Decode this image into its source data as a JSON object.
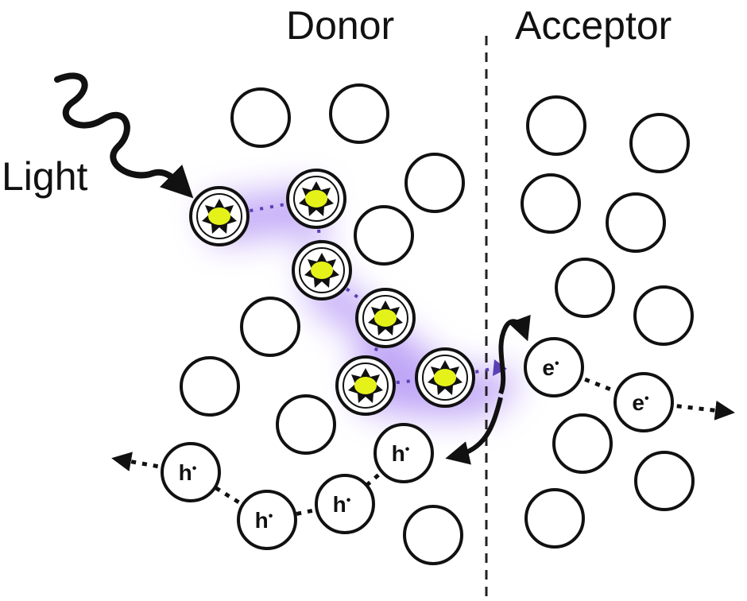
{
  "diagram": {
    "regions": {
      "donor": "Donor",
      "acceptor": "Acceptor"
    },
    "light_label": "Light",
    "charge_labels": {
      "hole": "h",
      "electron": "e",
      "sign": "•"
    },
    "colors": {
      "molecule_outline": "#111111",
      "molecule_fill": "#ffffff",
      "exciton_core": "#e5f21a",
      "exciton_glow": "#7b55e6",
      "exciton_path": "#5a3fb5",
      "arrows": "#111111",
      "interface_line": "#222222"
    },
    "icons": {
      "light": "wavy-light-arrow-icon",
      "exciton": "excited-molecule-icon",
      "transfer": "charge-transfer-arrow-icon"
    }
  }
}
